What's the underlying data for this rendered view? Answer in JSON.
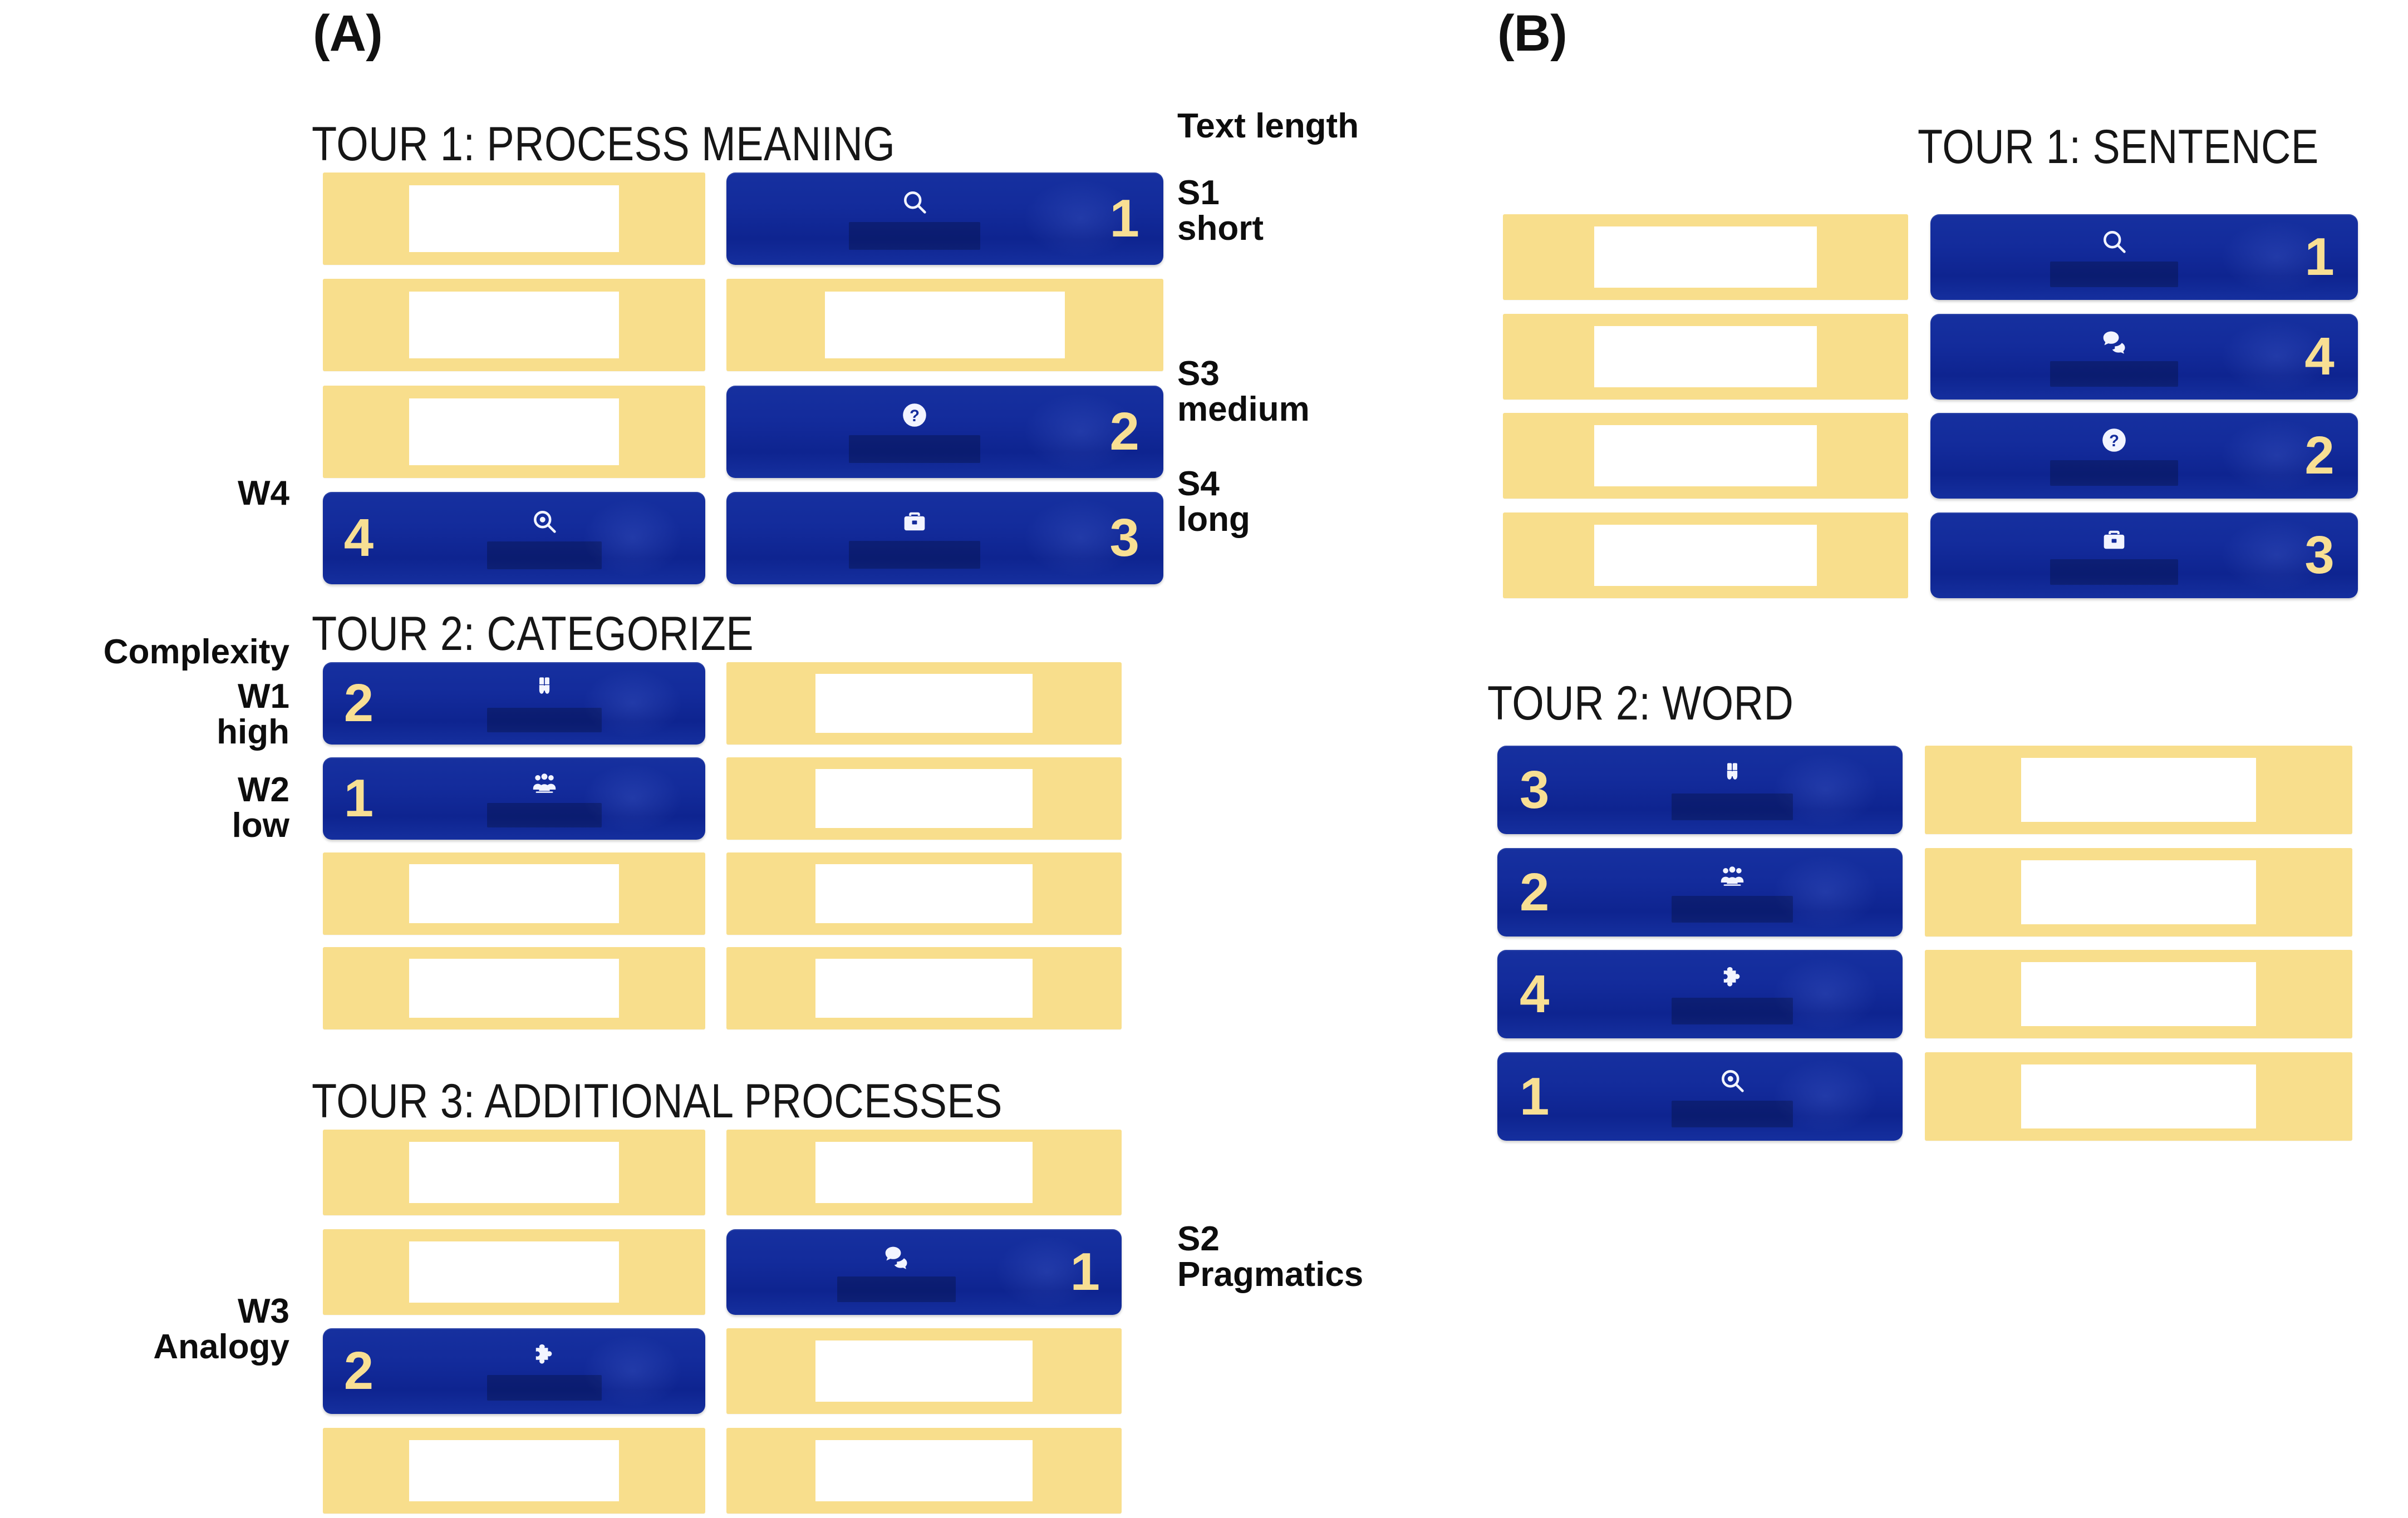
{
  "figure": {
    "panels": [
      {
        "id": "A",
        "letter": "(A)",
        "sections": [
          {
            "id": "a-tour1",
            "title": "TOUR 1: PROCESS MEANING"
          },
          {
            "id": "a-tour2",
            "title": "TOUR 2: CATEGORIZE"
          },
          {
            "id": "a-tour3",
            "title": "TOUR 3: ADDITIONAL PROCESSES"
          }
        ]
      },
      {
        "id": "B",
        "letter": "(B)",
        "sections": [
          {
            "id": "b-tour1",
            "title": "TOUR 1: SENTENCE"
          },
          {
            "id": "b-tour2",
            "title": "TOUR 2: WORD"
          }
        ]
      }
    ]
  },
  "annotations": {
    "text_length_heading": "Text length",
    "complexity_heading": "Complexity",
    "s1": {
      "code": "S1",
      "desc": "short"
    },
    "s3": {
      "code": "S3",
      "desc": "medium"
    },
    "s4": {
      "code": "S4",
      "desc": "long"
    },
    "s2": {
      "code": "S2",
      "desc": "Pragmatics"
    },
    "w4": {
      "code": "W4",
      "desc": ""
    },
    "w1": {
      "code": "W1",
      "desc": "high"
    },
    "w2": {
      "code": "W2",
      "desc": "low"
    },
    "w3": {
      "code": "W3",
      "desc": "Analogy"
    }
  },
  "colors": {
    "card_locked": "#F8DE8C",
    "card_unlocked": "#132B9B",
    "numeral": "#F8DF93",
    "text": "#111111",
    "background": "#FFFFFF"
  },
  "cards": {
    "a_tour1": [
      {
        "row": 1,
        "col": "left",
        "state": "locked",
        "number": "",
        "icon": ""
      },
      {
        "row": 1,
        "col": "right",
        "state": "unlocked",
        "number": "1",
        "icon": "search-icon"
      },
      {
        "row": 2,
        "col": "left",
        "state": "locked",
        "number": "",
        "icon": ""
      },
      {
        "row": 2,
        "col": "right",
        "state": "locked",
        "number": "",
        "icon": ""
      },
      {
        "row": 3,
        "col": "left",
        "state": "locked",
        "number": "",
        "icon": ""
      },
      {
        "row": 3,
        "col": "right",
        "state": "unlocked",
        "number": "2",
        "icon": "question-circle-icon"
      },
      {
        "row": 4,
        "col": "left",
        "state": "unlocked",
        "number": "4",
        "icon": "magnifier-dot-icon"
      },
      {
        "row": 4,
        "col": "right",
        "state": "unlocked",
        "number": "3",
        "icon": "briefcase-icon"
      }
    ],
    "a_tour2": [
      {
        "row": 1,
        "col": "left",
        "state": "unlocked",
        "number": "2",
        "icon": "binoculars-icon"
      },
      {
        "row": 1,
        "col": "right",
        "state": "locked",
        "number": "",
        "icon": ""
      },
      {
        "row": 2,
        "col": "left",
        "state": "unlocked",
        "number": "1",
        "icon": "people-group-icon"
      },
      {
        "row": 2,
        "col": "right",
        "state": "locked",
        "number": "",
        "icon": ""
      },
      {
        "row": 3,
        "col": "left",
        "state": "locked",
        "number": "",
        "icon": ""
      },
      {
        "row": 3,
        "col": "right",
        "state": "locked",
        "number": "",
        "icon": ""
      },
      {
        "row": 4,
        "col": "left",
        "state": "locked",
        "number": "",
        "icon": ""
      },
      {
        "row": 4,
        "col": "right",
        "state": "locked",
        "number": "",
        "icon": ""
      }
    ],
    "a_tour3": [
      {
        "row": 1,
        "col": "left",
        "state": "locked",
        "number": "",
        "icon": ""
      },
      {
        "row": 1,
        "col": "right",
        "state": "locked",
        "number": "",
        "icon": ""
      },
      {
        "row": 2,
        "col": "left",
        "state": "locked",
        "number": "",
        "icon": ""
      },
      {
        "row": 2,
        "col": "right",
        "state": "unlocked",
        "number": "1",
        "icon": "speech-bubbles-icon"
      },
      {
        "row": 3,
        "col": "left",
        "state": "unlocked",
        "number": "2",
        "icon": "puzzle-piece-icon"
      },
      {
        "row": 3,
        "col": "right",
        "state": "locked",
        "number": "",
        "icon": ""
      },
      {
        "row": 4,
        "col": "left",
        "state": "locked",
        "number": "",
        "icon": ""
      },
      {
        "row": 4,
        "col": "right",
        "state": "locked",
        "number": "",
        "icon": ""
      }
    ],
    "b_tour1": [
      {
        "row": 1,
        "col": "left",
        "state": "locked",
        "number": "",
        "icon": ""
      },
      {
        "row": 1,
        "col": "right",
        "state": "unlocked",
        "number": "1",
        "icon": "search-icon"
      },
      {
        "row": 2,
        "col": "left",
        "state": "locked",
        "number": "",
        "icon": ""
      },
      {
        "row": 2,
        "col": "right",
        "state": "unlocked",
        "number": "4",
        "icon": "speech-bubbles-icon"
      },
      {
        "row": 3,
        "col": "left",
        "state": "locked",
        "number": "",
        "icon": ""
      },
      {
        "row": 3,
        "col": "right",
        "state": "unlocked",
        "number": "2",
        "icon": "question-circle-icon"
      },
      {
        "row": 4,
        "col": "left",
        "state": "locked",
        "number": "",
        "icon": ""
      },
      {
        "row": 4,
        "col": "right",
        "state": "unlocked",
        "number": "3",
        "icon": "briefcase-icon"
      }
    ],
    "b_tour2": [
      {
        "row": 1,
        "col": "left",
        "state": "unlocked",
        "number": "3",
        "icon": "binoculars-icon"
      },
      {
        "row": 1,
        "col": "right",
        "state": "locked",
        "number": "",
        "icon": ""
      },
      {
        "row": 2,
        "col": "left",
        "state": "unlocked",
        "number": "2",
        "icon": "people-group-icon"
      },
      {
        "row": 2,
        "col": "right",
        "state": "locked",
        "number": "",
        "icon": ""
      },
      {
        "row": 3,
        "col": "left",
        "state": "unlocked",
        "number": "4",
        "icon": "puzzle-piece-icon"
      },
      {
        "row": 3,
        "col": "right",
        "state": "locked",
        "number": "",
        "icon": ""
      },
      {
        "row": 4,
        "col": "left",
        "state": "unlocked",
        "number": "1",
        "icon": "magnifier-dot-icon"
      },
      {
        "row": 4,
        "col": "right",
        "state": "locked",
        "number": "",
        "icon": ""
      }
    ]
  }
}
